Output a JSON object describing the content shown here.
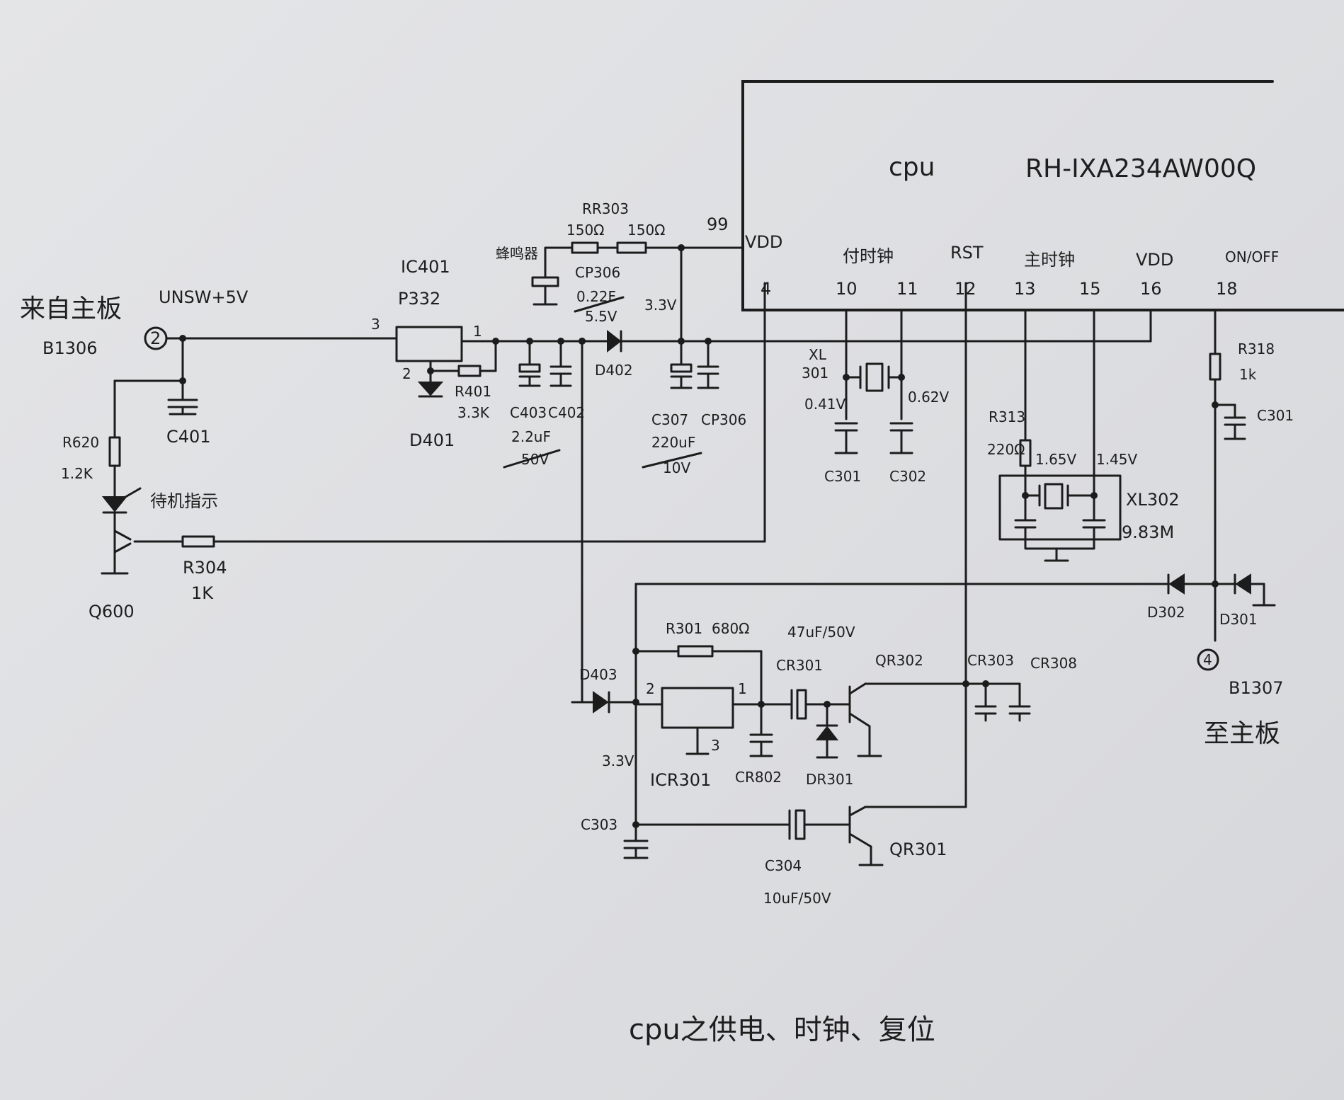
{
  "caption": "cpu之供电、时钟、复位",
  "cpu": {
    "name": "cpu",
    "part": "RH-IXA234AW00Q"
  },
  "pins": {
    "p99": "99",
    "p99_name": "VDD",
    "p4": "4",
    "p10": "10",
    "p11": "11",
    "p12": "12",
    "p13": "13",
    "p15": "15",
    "p16": "16",
    "p18": "18",
    "sub_clock": "付时钟",
    "rst": "RST",
    "main_clock": "主时钟",
    "vdd16": "VDD",
    "onoff": "ON/OFF"
  },
  "left": {
    "from_board": "来自主板",
    "connector": "B1306",
    "pin": "2",
    "net": "UNSW+5V",
    "c401": "C401",
    "r620": "R620",
    "r620_val": "1.2K",
    "led_label": "待机指示",
    "q600": "Q600",
    "r304": "R304",
    "r304_val": "1K"
  },
  "ic401": {
    "name": "IC401",
    "part": "P332",
    "pin1": "1",
    "pin2": "2",
    "pin3": "3",
    "d401": "D401",
    "r401": "R401",
    "r401_val": "3.3K"
  },
  "supply": {
    "rr303": "RR303",
    "r150a": "150Ω",
    "r150b": "150Ω",
    "buzzer": "蜂鸣器",
    "cp306_top": "CP306",
    "cp306_val": "0.22F",
    "cp306_v": "5.5V",
    "c403": "C403",
    "c402": "C402",
    "c403_val": "2.2uF",
    "c403_v": "50V",
    "d402": "D402",
    "v33": "3.3V",
    "c307": "C307",
    "cp306": "CP306",
    "c307_val": "220uF",
    "c307_v": "10V"
  },
  "clock": {
    "xl301": "XL",
    "xl301b": "301",
    "v041": "0.41V",
    "v062": "0.62V",
    "c301": "C301",
    "c302": "C302",
    "r313": "R313",
    "r313_val": "220Ω",
    "v165": "1.65V",
    "v145": "1.45V",
    "xl302": "XL302",
    "xl302_val": "9.83M"
  },
  "onoff": {
    "r318": "R318",
    "r318_val": "1k",
    "c301": "C301",
    "d302": "D302",
    "d301": "D301",
    "pin": "4",
    "connector": "B1307",
    "to_board": "至主板"
  },
  "reset": {
    "r301": "R301",
    "r301_val": "680Ω",
    "cap_val": "47uF/50V",
    "cr301": "CR301",
    "qr302": "QR302",
    "cr303": "CR303",
    "cr308": "CR308",
    "d403": "D403",
    "pin2": "2",
    "pin1": "1",
    "pin3": "3",
    "v33": "3.3V",
    "icr301": "ICR301",
    "cr802": "CR802",
    "dr301": "DR301",
    "c303": "C303",
    "c304": "C304",
    "c304_val": "10uF/50V",
    "qr301": "QR301"
  }
}
